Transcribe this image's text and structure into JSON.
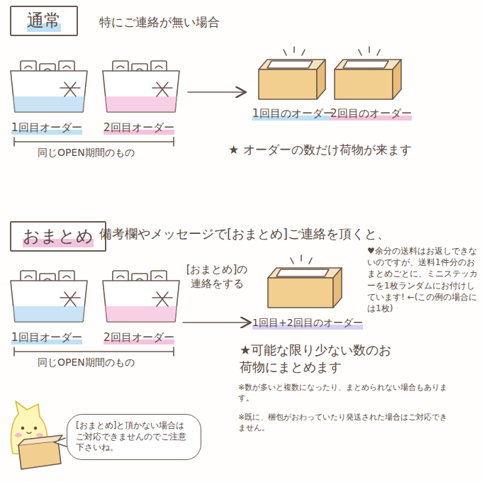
{
  "diagram": {
    "nodes": [
      {
        "text": [
          "通常"
        ]
      },
      {
        "text": [
          "おまとめ"
        ]
      },
      {
        "text": [
          "[おまとめ]と頂かない場合はご対応できませんのでご注意下さいね。"
        ]
      }
    ],
    "labels": [
      "特にご連絡が無い場合",
      "1回目オーダー",
      "2回目オーダー",
      "同じOPEN期間のもの",
      "1回目のオーダー",
      "2回目のオーダー",
      "★ オーダーの数だけ荷物が来ます",
      "備考欄やメッセージで[おまとめ]ご連絡を頂くと、",
      "1回目オーダー",
      "2回目オーダー",
      "同じOPEN期間のもの",
      "[おまとめ]の連絡をする",
      "1回目+2回目のオーダー",
      "♥余分の送料はお返しできないのですが、送料1件分のおまとめごとに、ミニステッカーを1枚ランダムにお付けしています! ←(この例の場合には1枚)",
      "★可能な限り少ない数のお荷物にまとめます",
      "※数が多いと複数になったり、まとめられない場合もあります。",
      "※既に、梱包がおわっていたり発送された場合はご対応できません。"
    ]
  }
}
